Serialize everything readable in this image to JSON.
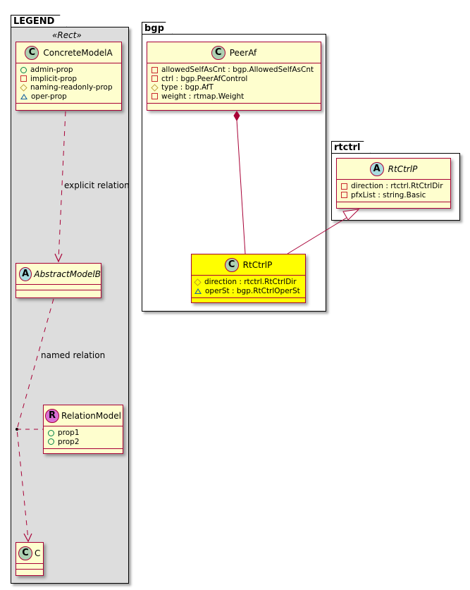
{
  "legend": {
    "title": "LEGEND",
    "stereotype": "«Rect»",
    "classes": {
      "concrete": {
        "badge": "C",
        "name": "ConcreteModelA",
        "attrs": [
          {
            "vis": "public",
            "text": "admin-prop"
          },
          {
            "vis": "private",
            "text": "implicit-prop"
          },
          {
            "vis": "protected",
            "text": "naming-readonly-prop"
          },
          {
            "vis": "package",
            "text": "oper-prop"
          }
        ]
      },
      "abstract": {
        "badge": "A",
        "name": "AbstractModelB"
      },
      "relation": {
        "badge": "R",
        "name": "RelationModel",
        "attrs": [
          {
            "vis": "public",
            "text": "prop1"
          },
          {
            "vis": "public",
            "text": "prop2"
          }
        ]
      },
      "c": {
        "badge": "C",
        "name": "C"
      }
    },
    "labels": {
      "explicit": "explicit relation",
      "named": "named relation"
    }
  },
  "bgp": {
    "title": "bgp",
    "peeraf": {
      "badge": "C",
      "name": "PeerAf",
      "attrs": [
        {
          "vis": "private",
          "text": "allowedSelfAsCnt : bgp.AllowedSelfAsCnt"
        },
        {
          "vis": "private",
          "text": "ctrl : bgp.PeerAfControl"
        },
        {
          "vis": "protected",
          "text": "type : bgp.AfT"
        },
        {
          "vis": "private",
          "text": "weight : rtmap.Weight"
        }
      ]
    },
    "rtctrlp": {
      "badge": "C",
      "name": "RtCtrlP",
      "attrs": [
        {
          "vis": "protected",
          "text": "direction : rtctrl.RtCtrlDir"
        },
        {
          "vis": "package",
          "text": "operSt : bgp.RtCtrlOperSt"
        }
      ]
    }
  },
  "rtctrl": {
    "title": "rtctrl",
    "rtctrlp": {
      "badge": "A",
      "name": "RtCtrlP",
      "attrs": [
        {
          "vis": "private",
          "text": "direction : rtctrl.RtCtrlDir"
        },
        {
          "vis": "private",
          "text": "pfxList : string.Basic"
        }
      ]
    }
  },
  "colors": {
    "class_fill": "#FEFECE",
    "class_border": "#A80036",
    "highlight_fill": "#FFFF00",
    "legend_fill": "#DDDDDD"
  }
}
